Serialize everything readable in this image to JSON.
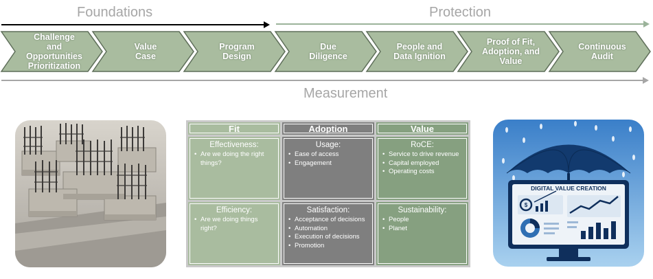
{
  "phases": {
    "foundations": "Foundations",
    "protection": "Protection",
    "measurement": "Measurement"
  },
  "steps": [
    "Challenge\nand\nOpportunities\nPrioritization",
    "Value\nCase",
    "Program\nDesign",
    "Due\nDiligence",
    "People and\nData Ignition",
    "Proof of Fit,\nAdoption, and\nValue",
    "Continuous\nAudit"
  ],
  "grid": {
    "headers": [
      "Fit",
      "Adoption",
      "Value"
    ],
    "cells": [
      {
        "title": "Effectiveness:",
        "bullets": [
          "Are we doing the right things?"
        ]
      },
      {
        "title": "Usage:",
        "bullets": [
          "Ease of access",
          "Engagement"
        ]
      },
      {
        "title": "RoCE:",
        "bullets": [
          "Service to drive revenue",
          "Capital employed",
          "Operating costs"
        ]
      },
      {
        "title": "Efficiency:",
        "bullets": [
          "Are we doing things right?"
        ]
      },
      {
        "title": "Satisfaction:",
        "bullets": [
          "Acceptance of decisions",
          "Automation",
          "Execution of decisions",
          "Promotion"
        ]
      },
      {
        "title": "Sustainability:",
        "bullets": [
          "People",
          "Planet"
        ]
      }
    ]
  },
  "illustration": {
    "banner": "DIGITAL VALUE CREATION"
  },
  "colors": {
    "chevron": "#a9bc9f",
    "fit": "#a9bc9f",
    "adoption": "#7f7f7f",
    "value": "#86a080",
    "protection_line": "#9bb39a"
  }
}
